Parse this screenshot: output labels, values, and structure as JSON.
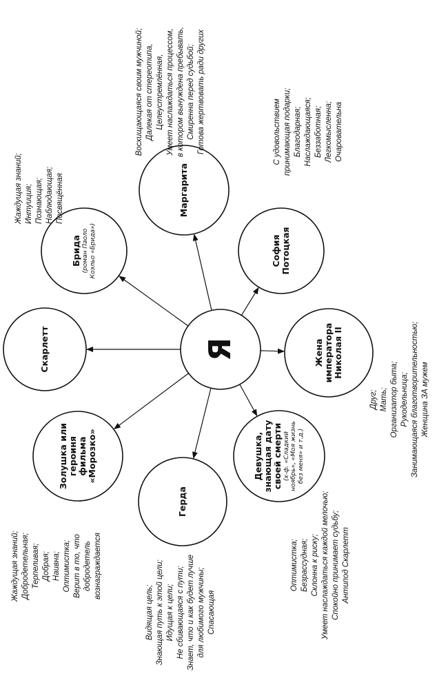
{
  "center": {
    "label": "Я"
  },
  "nodes": [
    {
      "id": "brida",
      "label": "Брида",
      "sub": "(роман Паоло Коэльо «Брида»)"
    },
    {
      "id": "margarita",
      "label": "Маргарита",
      "sub": ""
    },
    {
      "id": "sofia",
      "label": "София Потоцкая",
      "sub": ""
    },
    {
      "id": "zhena",
      "label": "Жена императора Николая II",
      "sub": ""
    },
    {
      "id": "devushka",
      "label": "Девушка, знающая дату своей смерти",
      "sub": "(х-ф. «Сладкий ноябрь», «Моя жизнь без меня» и т.д.)"
    },
    {
      "id": "gerda",
      "label": "Герда",
      "sub": ""
    },
    {
      "id": "zolushka",
      "label": "Золушка или героиня фильма «Морозко»",
      "sub": ""
    },
    {
      "id": "skarlett",
      "label": "Скарлетт",
      "sub": ""
    }
  ],
  "notes": {
    "brida": [
      "Жаждущая знаний;",
      "Интуиция;",
      "Познающая;",
      "Наблюдающая;",
      "Посвящённая"
    ],
    "margarita": [
      "Восхищающаяся своим мужчиной;",
      "Далекая от стереотипа,",
      "Целеустремлённая,",
      "Умеет наслаждаться процессом,",
      "в котором вынуждена пребывать,",
      "Смиренна перед судьбой;",
      "Готова жертвовать ради других"
    ],
    "sofia": [
      "С удовольствием",
      "принимающая подарки;",
      "Благодарная;",
      "Наслаждающаяся;",
      "Беззаботная;",
      "Легкомысленна;",
      "Очаровательна"
    ],
    "zhena": [
      "Друг;",
      "Мать;",
      "Организатор быта;",
      "Рукодельница;",
      "Занимающаяся благотворительностью;",
      "Женщина ЗА мужем"
    ],
    "devushka": [
      "Оптимистка;",
      "Безрассудная;",
      "Склонна к риску;",
      "Умеет наслаждаться каждой мелочью;",
      "Спокойно принимает судьбу;",
      "Антипод Скарлетт"
    ],
    "gerda": [
      "Видящая цель;",
      "Знающая путь к этой цели;",
      "Идущая к цели;",
      "Не сбивающаяся с пути;",
      "Знает, что и как будет лучше",
      "для любимого мужчины;",
      "Спасающая"
    ],
    "zolushka": [
      "Жаждущая знаний;",
      "Добродетельная;",
      "Терпеливая;",
      "Добрая;",
      "Наивна;",
      "Оптимистка;",
      "Верит в то, что",
      "добродетель",
      "вознаграждается"
    ]
  }
}
